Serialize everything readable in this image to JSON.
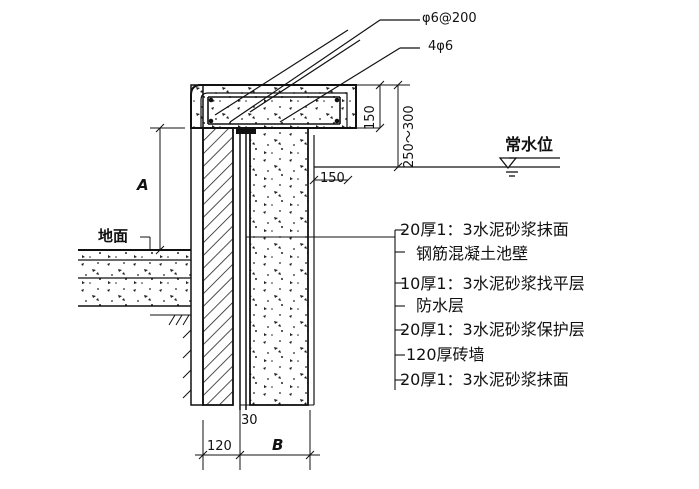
{
  "rebar": {
    "stirrup": "φ6@200",
    "main_bars": "4φ6"
  },
  "dimensions": {
    "coping_height": "150",
    "water_gap": "250～300",
    "ledge": "150",
    "height_A": "A",
    "brick_thickness": "120",
    "gap": "30",
    "wall_B": "B"
  },
  "labels": {
    "water_level": "常水位",
    "ground": "地面"
  },
  "layers": [
    "20厚1：3水泥砂浆抹面",
    "钢筋混凝土池壁",
    "10厚1：3水泥砂浆找平层",
    "防水层",
    "20厚1：3水泥砂浆保护层",
    "120厚砖墙",
    "20厚1：3水泥砂浆抹面"
  ]
}
